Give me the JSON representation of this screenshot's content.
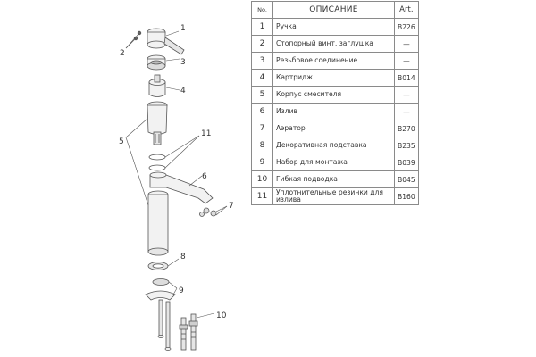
{
  "table": {
    "headers": {
      "no": "No.",
      "description": "ОПИСАНИЕ",
      "art": "Art."
    },
    "rows": [
      {
        "no": "1",
        "description": "Ручка",
        "art": "B226"
      },
      {
        "no": "2",
        "description": "Стопорный винт, заглушка",
        "art": "—"
      },
      {
        "no": "3",
        "description": "Резьбовое соединение",
        "art": "—"
      },
      {
        "no": "4",
        "description": "Картридж",
        "art": "B014"
      },
      {
        "no": "5",
        "description": "Корпус смесителя",
        "art": "—"
      },
      {
        "no": "6",
        "description": "Излив",
        "art": "—"
      },
      {
        "no": "7",
        "description": "Аэратор",
        "art": "B270"
      },
      {
        "no": "8",
        "description": "Декоративная подставка",
        "art": "B235"
      },
      {
        "no": "9",
        "description": "Набор для монтажа",
        "art": "B039"
      },
      {
        "no": "10",
        "description": "Гибкая подводка",
        "art": "B045"
      },
      {
        "no": "11",
        "description": "Уплотнительные резинки для излива",
        "art": "B160"
      }
    ]
  },
  "callouts": [
    "1",
    "2",
    "3",
    "4",
    "5",
    "6",
    "7",
    "8",
    "9",
    "10",
    "11"
  ]
}
